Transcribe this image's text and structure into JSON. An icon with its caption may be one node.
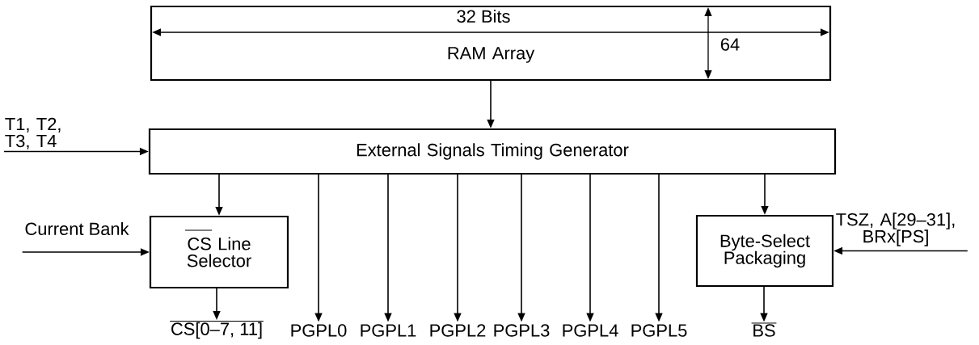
{
  "diagram": {
    "nodes": [
      {
        "text": [
          "RAM Array"
        ]
      },
      {
        "text": [
          "External Signals Timing Generator"
        ]
      },
      {
        "text": [
          "T1, T2, T3, T4"
        ]
      },
      {
        "text": [
          "Current Bank"
        ]
      },
      {
        "text": [
          "CS Line Selector"
        ]
      },
      {
        "text": [
          "Byte-Select Packaging"
        ]
      },
      {
        "text": [
          "TSZ, A[29–31], BRx[PS]"
        ]
      },
      {
        "text": [
          "CS[0–7, 11]"
        ]
      },
      {
        "text": [
          "PGPL0"
        ]
      },
      {
        "text": [
          "PGPL1"
        ]
      },
      {
        "text": [
          "PGPL2"
        ]
      },
      {
        "text": [
          "PGPL3"
        ]
      },
      {
        "text": [
          "PGPL4"
        ]
      },
      {
        "text": [
          "PGPL5"
        ]
      },
      {
        "text": [
          "BS"
        ]
      }
    ],
    "edges": [
      {
        "from": 0,
        "to": 1,
        "arrow": "to"
      },
      {
        "from": 2,
        "to": 1,
        "arrow": "to"
      },
      {
        "from": 1,
        "to": 4,
        "arrow": "to"
      },
      {
        "from": 1,
        "to": 8,
        "arrow": "to"
      },
      {
        "from": 1,
        "to": 9,
        "arrow": "to"
      },
      {
        "from": 1,
        "to": 10,
        "arrow": "to"
      },
      {
        "from": 1,
        "to": 11,
        "arrow": "to"
      },
      {
        "from": 1,
        "to": 12,
        "arrow": "to"
      },
      {
        "from": 1,
        "to": 13,
        "arrow": "to"
      },
      {
        "from": 1,
        "to": 5,
        "arrow": "to"
      },
      {
        "from": 3,
        "to": 4,
        "arrow": "to"
      },
      {
        "from": 6,
        "to": 5,
        "arrow": "to"
      },
      {
        "from": 4,
        "to": 7,
        "arrow": "to"
      },
      {
        "from": 5,
        "to": 14,
        "arrow": "to"
      }
    ],
    "labels": [
      "32 Bits",
      "64"
    ]
  }
}
